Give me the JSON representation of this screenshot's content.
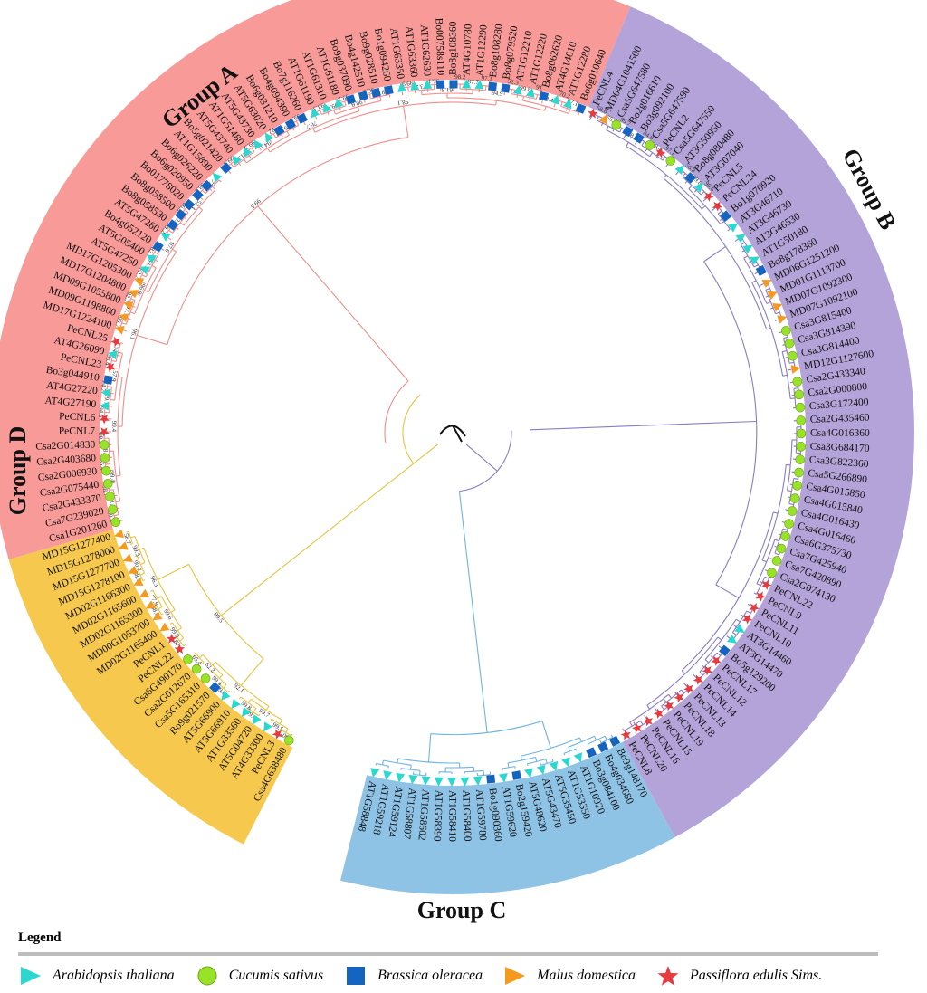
{
  "colors": {
    "group_a": "#f6c94e",
    "group_b": "#f79a98",
    "group_c": "#b3a3d8",
    "group_d": "#8fc3e6",
    "branch_a": "#e7c341",
    "branch_b": "#f08c8c",
    "branch_c": "#8a7cc2",
    "branch_d": "#6fb3e0",
    "arabidopsis": "#2ad8d0",
    "cucumis": "#99e22a",
    "brassica": "#1565c0",
    "malus": "#f59a1f",
    "passiflora": "#e8393f"
  },
  "groups": [
    {
      "id": "A",
      "label": "Group A"
    },
    {
      "id": "B",
      "label": "Group B"
    },
    {
      "id": "C",
      "label": "Group C"
    },
    {
      "id": "D",
      "label": "Group D"
    }
  ],
  "species": [
    {
      "id": "arabidopsis",
      "label": "Arabidopsis thaliana",
      "shape": "triangle-icon"
    },
    {
      "id": "cucumis",
      "label": "Cucumis sativus",
      "shape": "circle-icon"
    },
    {
      "id": "brassica",
      "label": "Brassica oleracea",
      "shape": "square-icon"
    },
    {
      "id": "malus",
      "label": "Malus domestica",
      "shape": "triangle-icon"
    },
    {
      "id": "passiflora",
      "label": "Passiflora edulis Sims.",
      "shape": "star-icon"
    }
  ],
  "legend": {
    "title": "Legend"
  },
  "leaves": [
    {
      "name": "Csa4G638480",
      "g": "A",
      "sp": "cucumis"
    },
    {
      "name": "PeCNL3",
      "g": "A",
      "sp": "passiflora"
    },
    {
      "name": "AT4G33300",
      "g": "A",
      "sp": "arabidopsis"
    },
    {
      "name": "AT5G04720",
      "g": "A",
      "sp": "arabidopsis"
    },
    {
      "name": "AT1G33560",
      "g": "A",
      "sp": "arabidopsis"
    },
    {
      "name": "AT5G66910",
      "g": "A",
      "sp": "arabidopsis"
    },
    {
      "name": "AT5G66900",
      "g": "A",
      "sp": "arabidopsis"
    },
    {
      "name": "Bo9g021570",
      "g": "A",
      "sp": "brassica"
    },
    {
      "name": "Csa5G165310",
      "g": "A",
      "sp": "cucumis"
    },
    {
      "name": "Csa2G012670",
      "g": "A",
      "sp": "cucumis"
    },
    {
      "name": "Csa6G490170",
      "g": "A",
      "sp": "cucumis"
    },
    {
      "name": "PeCNL22",
      "g": "A",
      "sp": "passiflora"
    },
    {
      "name": "PeCNL1",
      "g": "A",
      "sp": "passiflora"
    },
    {
      "name": "MD02G1165400",
      "g": "A",
      "sp": "malus"
    },
    {
      "name": "MD00G1053700",
      "g": "A",
      "sp": "malus"
    },
    {
      "name": "MD02G1165300",
      "g": "A",
      "sp": "malus"
    },
    {
      "name": "MD02G1165600",
      "g": "A",
      "sp": "malus"
    },
    {
      "name": "MD02G1166300",
      "g": "A",
      "sp": "malus"
    },
    {
      "name": "MD15G1278100",
      "g": "A",
      "sp": "malus"
    },
    {
      "name": "MD15G1277700",
      "g": "A",
      "sp": "malus"
    },
    {
      "name": "MD15G1278000",
      "g": "A",
      "sp": "malus"
    },
    {
      "name": "MD15G1277400",
      "g": "A",
      "sp": "malus"
    },
    {
      "name": "Csa1G201260",
      "g": "B",
      "sp": "cucumis"
    },
    {
      "name": "Csa7G239020",
      "g": "B",
      "sp": "cucumis"
    },
    {
      "name": "Csa2G433370",
      "g": "B",
      "sp": "cucumis"
    },
    {
      "name": "Csa2G075440",
      "g": "B",
      "sp": "cucumis"
    },
    {
      "name": "Csa2G006930",
      "g": "B",
      "sp": "cucumis"
    },
    {
      "name": "Csa2G403680",
      "g": "B",
      "sp": "cucumis"
    },
    {
      "name": "Csa2G014830",
      "g": "B",
      "sp": "cucumis"
    },
    {
      "name": "PeCNL7",
      "g": "B",
      "sp": "passiflora"
    },
    {
      "name": "PeCNL6",
      "g": "B",
      "sp": "passiflora"
    },
    {
      "name": "AT4G27190",
      "g": "B",
      "sp": "arabidopsis"
    },
    {
      "name": "AT4G27220",
      "g": "B",
      "sp": "arabidopsis"
    },
    {
      "name": "Bo3g044910",
      "g": "B",
      "sp": "brassica"
    },
    {
      "name": "PeCNL23",
      "g": "B",
      "sp": "passiflora"
    },
    {
      "name": "AT4G26090",
      "g": "B",
      "sp": "arabidopsis"
    },
    {
      "name": "PeCNL25",
      "g": "B",
      "sp": "passiflora"
    },
    {
      "name": "MD17G1224100",
      "g": "B",
      "sp": "malus"
    },
    {
      "name": "MD09G1198800",
      "g": "B",
      "sp": "malus"
    },
    {
      "name": "MD09G1055800",
      "g": "B",
      "sp": "malus"
    },
    {
      "name": "MD17G1204800",
      "g": "B",
      "sp": "malus"
    },
    {
      "name": "MD17G1205300",
      "g": "B",
      "sp": "malus"
    },
    {
      "name": "AT5G47250",
      "g": "B",
      "sp": "arabidopsis"
    },
    {
      "name": "AT5G05400",
      "g": "B",
      "sp": "arabidopsis"
    },
    {
      "name": "Bo4g052120",
      "g": "B",
      "sp": "brassica"
    },
    {
      "name": "AT5G47260",
      "g": "B",
      "sp": "arabidopsis"
    },
    {
      "name": "Bo8g058530",
      "g": "B",
      "sp": "brassica"
    },
    {
      "name": "Bo8g058500",
      "g": "B",
      "sp": "brassica"
    },
    {
      "name": "Bo01778020",
      "g": "B",
      "sp": "brassica"
    },
    {
      "name": "Bo6g020950",
      "g": "B",
      "sp": "brassica"
    },
    {
      "name": "Bo6g026220",
      "g": "B",
      "sp": "brassica"
    },
    {
      "name": "AT1G15890",
      "g": "B",
      "sp": "arabidopsis"
    },
    {
      "name": "Bo5g021420",
      "g": "B",
      "sp": "brassica"
    },
    {
      "name": "AT5G43740",
      "g": "B",
      "sp": "arabidopsis"
    },
    {
      "name": "AT1G51480",
      "g": "B",
      "sp": "arabidopsis"
    },
    {
      "name": "AT5G43730",
      "g": "B",
      "sp": "arabidopsis"
    },
    {
      "name": "AT5G63020",
      "g": "B",
      "sp": "arabidopsis"
    },
    {
      "name": "Bo6g031210",
      "g": "B",
      "sp": "brassica"
    },
    {
      "name": "Bo4g094390",
      "g": "B",
      "sp": "brassica"
    },
    {
      "name": "Bo7g116260",
      "g": "B",
      "sp": "brassica"
    },
    {
      "name": "AT1G61190",
      "g": "B",
      "sp": "arabidopsis"
    },
    {
      "name": "AT1G61310",
      "g": "B",
      "sp": "arabidopsis"
    },
    {
      "name": "AT1G61180",
      "g": "B",
      "sp": "arabidopsis"
    },
    {
      "name": "Bo9g037090",
      "g": "B",
      "sp": "brassica"
    },
    {
      "name": "Bo4g142510",
      "g": "B",
      "sp": "brassica"
    },
    {
      "name": "Bo9g028510",
      "g": "B",
      "sp": "brassica"
    },
    {
      "name": "Bo1g094260",
      "g": "B",
      "sp": "brassica"
    },
    {
      "name": "AT1G63350",
      "g": "B",
      "sp": "arabidopsis"
    },
    {
      "name": "AT1G63360",
      "g": "B",
      "sp": "arabidopsis"
    },
    {
      "name": "AT1G62630",
      "g": "B",
      "sp": "arabidopsis"
    },
    {
      "name": "Bo00758s110",
      "g": "B",
      "sp": "brassica"
    },
    {
      "name": "Bo8g108360",
      "g": "B",
      "sp": "brassica"
    },
    {
      "name": "AT4G10780",
      "g": "B",
      "sp": "arabidopsis"
    },
    {
      "name": "AT1G12290",
      "g": "B",
      "sp": "arabidopsis"
    },
    {
      "name": "Bo8g108280",
      "g": "B",
      "sp": "brassica"
    },
    {
      "name": "Bo8g079520",
      "g": "B",
      "sp": "brassica"
    },
    {
      "name": "AT1G12210",
      "g": "B",
      "sp": "arabidopsis"
    },
    {
      "name": "AT1G12220",
      "g": "B",
      "sp": "arabidopsis"
    },
    {
      "name": "Bo8g062620",
      "g": "B",
      "sp": "brassica"
    },
    {
      "name": "AT4G14610",
      "g": "B",
      "sp": "arabidopsis"
    },
    {
      "name": "AT1G12280",
      "g": "B",
      "sp": "arabidopsis"
    },
    {
      "name": "Bo6g010640",
      "g": "B",
      "sp": "brassica"
    },
    {
      "name": "PeCNL4",
      "g": "C",
      "sp": "passiflora"
    },
    {
      "name": "MD04G1041500",
      "g": "C",
      "sp": "malus"
    },
    {
      "name": "Csa5G647580",
      "g": "C",
      "sp": "cucumis"
    },
    {
      "name": "Bo2g016610",
      "g": "C",
      "sp": "brassica"
    },
    {
      "name": "Bo3g092100",
      "g": "C",
      "sp": "brassica"
    },
    {
      "name": "Csa5G647590",
      "g": "C",
      "sp": "cucumis"
    },
    {
      "name": "PeCNL2",
      "g": "C",
      "sp": "passiflora"
    },
    {
      "name": "Csa5G647550",
      "g": "C",
      "sp": "cucumis"
    },
    {
      "name": "AT3G50950",
      "g": "C",
      "sp": "arabidopsis"
    },
    {
      "name": "Bo8g080480",
      "g": "C",
      "sp": "brassica"
    },
    {
      "name": "AT3G07040",
      "g": "C",
      "sp": "arabidopsis"
    },
    {
      "name": "PeCNL5",
      "g": "C",
      "sp": "passiflora"
    },
    {
      "name": "PeCNL24",
      "g": "C",
      "sp": "passiflora"
    },
    {
      "name": "Bo1g070920",
      "g": "C",
      "sp": "brassica"
    },
    {
      "name": "AT3G46710",
      "g": "C",
      "sp": "arabidopsis"
    },
    {
      "name": "AT3G46730",
      "g": "C",
      "sp": "arabidopsis"
    },
    {
      "name": "AT3G46530",
      "g": "C",
      "sp": "arabidopsis"
    },
    {
      "name": "AT1G50180",
      "g": "C",
      "sp": "arabidopsis"
    },
    {
      "name": "Bo8g178360",
      "g": "C",
      "sp": "brassica"
    },
    {
      "name": "MD06G1251200",
      "g": "C",
      "sp": "malus"
    },
    {
      "name": "MD01G1113700",
      "g": "C",
      "sp": "malus"
    },
    {
      "name": "MD07G1092300",
      "g": "C",
      "sp": "malus"
    },
    {
      "name": "MD07G1092100",
      "g": "C",
      "sp": "malus"
    },
    {
      "name": "Csa3G815400",
      "g": "C",
      "sp": "cucumis"
    },
    {
      "name": "Csa3G814390",
      "g": "C",
      "sp": "cucumis"
    },
    {
      "name": "Csa3G814400",
      "g": "C",
      "sp": "cucumis"
    },
    {
      "name": "MD12G1127600",
      "g": "C",
      "sp": "malus"
    },
    {
      "name": "Csa2G433340",
      "g": "C",
      "sp": "cucumis"
    },
    {
      "name": "Csa2G000800",
      "g": "C",
      "sp": "cucumis"
    },
    {
      "name": "Csa3G172400",
      "g": "C",
      "sp": "cucumis"
    },
    {
      "name": "Csa2G435460",
      "g": "C",
      "sp": "cucumis"
    },
    {
      "name": "Csa4G016360",
      "g": "C",
      "sp": "cucumis"
    },
    {
      "name": "Csa3G684170",
      "g": "C",
      "sp": "cucumis"
    },
    {
      "name": "Csa3G822360",
      "g": "C",
      "sp": "cucumis"
    },
    {
      "name": "Csa5G266890",
      "g": "C",
      "sp": "cucumis"
    },
    {
      "name": "Csa4G015850",
      "g": "C",
      "sp": "cucumis"
    },
    {
      "name": "Csa4G015840",
      "g": "C",
      "sp": "cucumis"
    },
    {
      "name": "Csa4G016430",
      "g": "C",
      "sp": "cucumis"
    },
    {
      "name": "Csa4G016460",
      "g": "C",
      "sp": "cucumis"
    },
    {
      "name": "Csa6G375730",
      "g": "C",
      "sp": "cucumis"
    },
    {
      "name": "Csa7G425940",
      "g": "C",
      "sp": "cucumis"
    },
    {
      "name": "Csa7G420890",
      "g": "C",
      "sp": "cucumis"
    },
    {
      "name": "Csa2G074130",
      "g": "C",
      "sp": "cucumis"
    },
    {
      "name": "PeCNL22",
      "g": "C",
      "sp": "passiflora"
    },
    {
      "name": "PeCNL9",
      "g": "C",
      "sp": "passiflora"
    },
    {
      "name": "PeCNL11",
      "g": "C",
      "sp": "passiflora"
    },
    {
      "name": "PeCNL10",
      "g": "C",
      "sp": "passiflora"
    },
    {
      "name": "AT3G14460",
      "g": "C",
      "sp": "arabidopsis"
    },
    {
      "name": "AT3G14470",
      "g": "C",
      "sp": "arabidopsis"
    },
    {
      "name": "Bo5g129200",
      "g": "C",
      "sp": "brassica"
    },
    {
      "name": "PeCNL17",
      "g": "C",
      "sp": "passiflora"
    },
    {
      "name": "PeCNL12",
      "g": "C",
      "sp": "passiflora"
    },
    {
      "name": "PeCNL14",
      "g": "C",
      "sp": "passiflora"
    },
    {
      "name": "PeCNL13",
      "g": "C",
      "sp": "passiflora"
    },
    {
      "name": "PeCNL18",
      "g": "C",
      "sp": "passiflora"
    },
    {
      "name": "PeCNL19",
      "g": "C",
      "sp": "passiflora"
    },
    {
      "name": "PeCNL15",
      "g": "C",
      "sp": "passiflora"
    },
    {
      "name": "PeCNL16",
      "g": "C",
      "sp": "passiflora"
    },
    {
      "name": "PeCNL20",
      "g": "C",
      "sp": "passiflora"
    },
    {
      "name": "PeCNL8",
      "g": "C",
      "sp": "passiflora"
    },
    {
      "name": "Bo9g148170",
      "g": "D",
      "sp": "brassica"
    },
    {
      "name": "Bo4g034680",
      "g": "D",
      "sp": "brassica"
    },
    {
      "name": "Bo3g084100",
      "g": "D",
      "sp": "brassica"
    },
    {
      "name": "AT1G10920",
      "g": "D",
      "sp": "arabidopsis"
    },
    {
      "name": "AT1G53350",
      "g": "D",
      "sp": "arabidopsis"
    },
    {
      "name": "AT5G35450",
      "g": "D",
      "sp": "arabidopsis"
    },
    {
      "name": "AT5G43470",
      "g": "D",
      "sp": "arabidopsis"
    },
    {
      "name": "AT5G48620",
      "g": "D",
      "sp": "arabidopsis"
    },
    {
      "name": "Bo2g159420",
      "g": "D",
      "sp": "brassica"
    },
    {
      "name": "AT1G59620",
      "g": "D",
      "sp": "arabidopsis"
    },
    {
      "name": "Bo1g090360",
      "g": "D",
      "sp": "brassica"
    },
    {
      "name": "AT1G59780",
      "g": "D",
      "sp": "arabidopsis"
    },
    {
      "name": "AT1G58400",
      "g": "D",
      "sp": "arabidopsis"
    },
    {
      "name": "AT1G58410",
      "g": "D",
      "sp": "arabidopsis"
    },
    {
      "name": "AT1G58390",
      "g": "D",
      "sp": "arabidopsis"
    },
    {
      "name": "AT1G58602",
      "g": "D",
      "sp": "arabidopsis"
    },
    {
      "name": "AT1G58807",
      "g": "D",
      "sp": "arabidopsis"
    },
    {
      "name": "AT1G59124",
      "g": "D",
      "sp": "arabidopsis"
    },
    {
      "name": "AT1G59218",
      "g": "D",
      "sp": "arabidopsis"
    },
    {
      "name": "AT1G58848",
      "g": "D",
      "sp": "arabidopsis"
    }
  ],
  "support_values": [
    "100",
    "99.5",
    "99.4",
    "99.8",
    "99.7",
    "99.6",
    "99.4",
    "65.4",
    "62.2",
    "92.1",
    "82",
    "99.9",
    "98.8",
    "77.9",
    "99.6",
    "98.9",
    "90.7",
    "58.7",
    "99.5",
    "96.3",
    "99.5",
    "99.4",
    "98.7",
    "81.5",
    "65.4",
    "99.3",
    "68.2",
    "99.4",
    "94.6",
    "74.7",
    "99.7",
    "98.4",
    "74.8",
    "57.9",
    "99.4",
    "99.7",
    "82.7",
    "97.5",
    "62.7",
    "82",
    "59.1",
    "96.8",
    "99.2",
    "66.3",
    "63.2",
    "98.4",
    "77.6",
    "52.3",
    "87.6",
    "96.1",
    "99.5",
    "99.3",
    "81.8",
    "82",
    "99.4",
    "99.6",
    "94.1",
    "93.3",
    "59.2",
    "99.4",
    "96.6",
    "91.4",
    "90.6",
    "76.7",
    "99.9",
    "95.1",
    "73.2",
    "98.2",
    "97.1",
    "87.7",
    "61.8",
    "52.3",
    "91",
    "99.8",
    "70.2",
    "87.1",
    "98.4",
    "94.9",
    "98.1",
    "99.5",
    "68.8",
    "99.7",
    "55.9",
    "84.8",
    "97.1",
    "99.4",
    "78.3",
    "56.8",
    "99.6",
    "99.8"
  ]
}
